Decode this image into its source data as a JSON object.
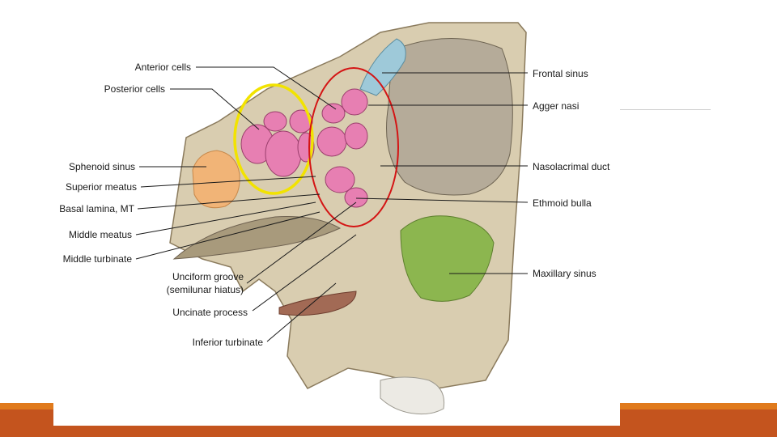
{
  "labels": {
    "anterior_cells": "Anterior cells",
    "posterior_cells": "Posterior cells",
    "sphenoid_sinus": "Sphenoid sinus",
    "superior_meatus": "Superior meatus",
    "basal_lamina": "Basal lamina, MT",
    "middle_meatus": "Middle meatus",
    "middle_turbinate": "Middle turbinate",
    "unciform_groove_1": "Unciform groove",
    "unciform_groove_2": "(semilunar hiatus)",
    "uncinate_process": "Uncinate process",
    "inferior_turbinate": "Inferior turbinate",
    "frontal_sinus": "Frontal sinus",
    "agger_nasi": "Agger nasi",
    "nasolacrimal_duct": "Nasolacrimal duct",
    "ethmoid_bulla": "Ethmoid bulla",
    "maxillary_sinus": "Maxillary sinus"
  },
  "colors": {
    "accent_bar": "#e07a1c",
    "accent_bar_dark": "#c4541e",
    "highlight_yellow": "#f2e300",
    "highlight_red": "#d41414"
  }
}
